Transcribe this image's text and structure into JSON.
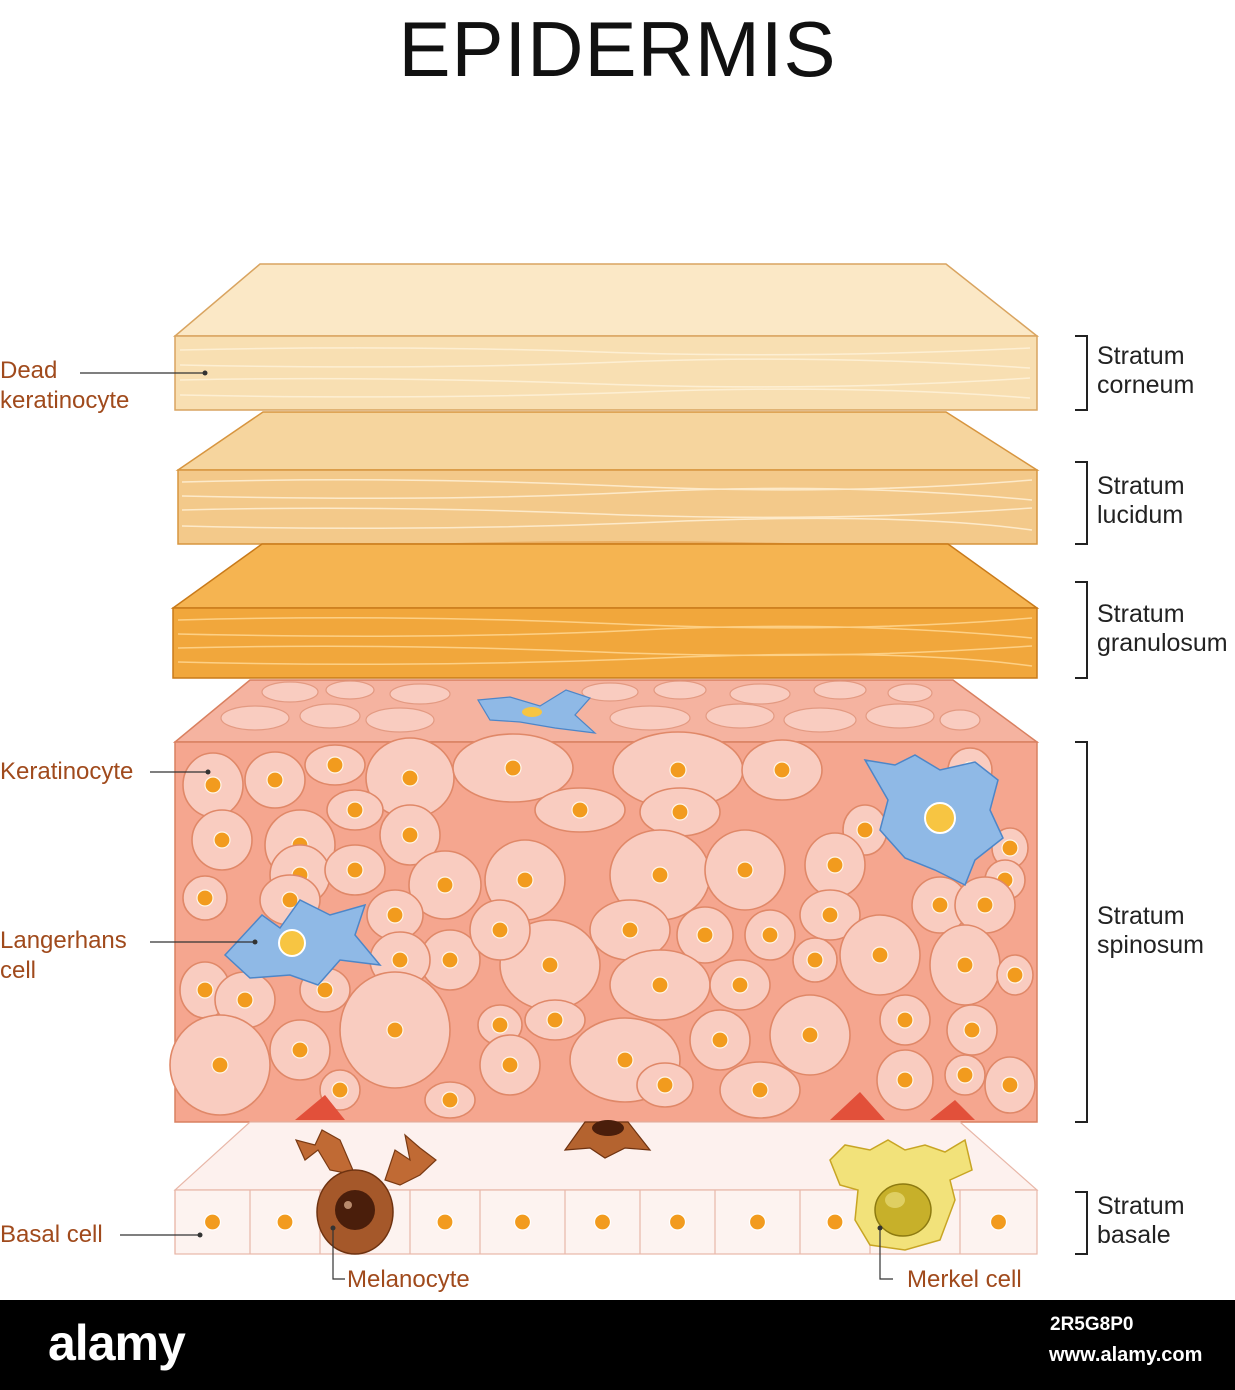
{
  "title": "EPIDERMIS",
  "labels_left": {
    "dead_keratinocyte_line1": "Dead",
    "dead_keratinocyte_line2": "keratinocyte",
    "keratinocyte": "Keratinocyte",
    "langerhans_line1": "Langerhans",
    "langerhans_line2": "cell",
    "basal_cell": "Basal cell"
  },
  "labels_bottom": {
    "melanocyte": "Melanocyte",
    "merkel_cell": "Merkel cell"
  },
  "layers": {
    "corneum": [
      "Stratum",
      "corneum"
    ],
    "lucidum": [
      "Stratum",
      "lucidum"
    ],
    "granulosum": [
      "Stratum",
      "granulosum"
    ],
    "spinosum": [
      "Stratum",
      "spinosum"
    ],
    "basale": [
      "Stratum",
      "basale"
    ]
  },
  "colors": {
    "label_text": "#a04a1c",
    "corneum": "#f8dfb2",
    "lucidum": "#f3c98a",
    "granulosum": "#f1a73c",
    "spinosum": "#f5a68f",
    "cell": "#f9ccc0",
    "nucleus": "#f29b1e",
    "langerhans": "#8fb9e6",
    "melanocyte": "#a5582a",
    "merkel": "#f2e27a"
  },
  "watermark": {
    "brand": "alamy",
    "image_id": "2R5G8P0",
    "url": "www.alamy.com"
  }
}
